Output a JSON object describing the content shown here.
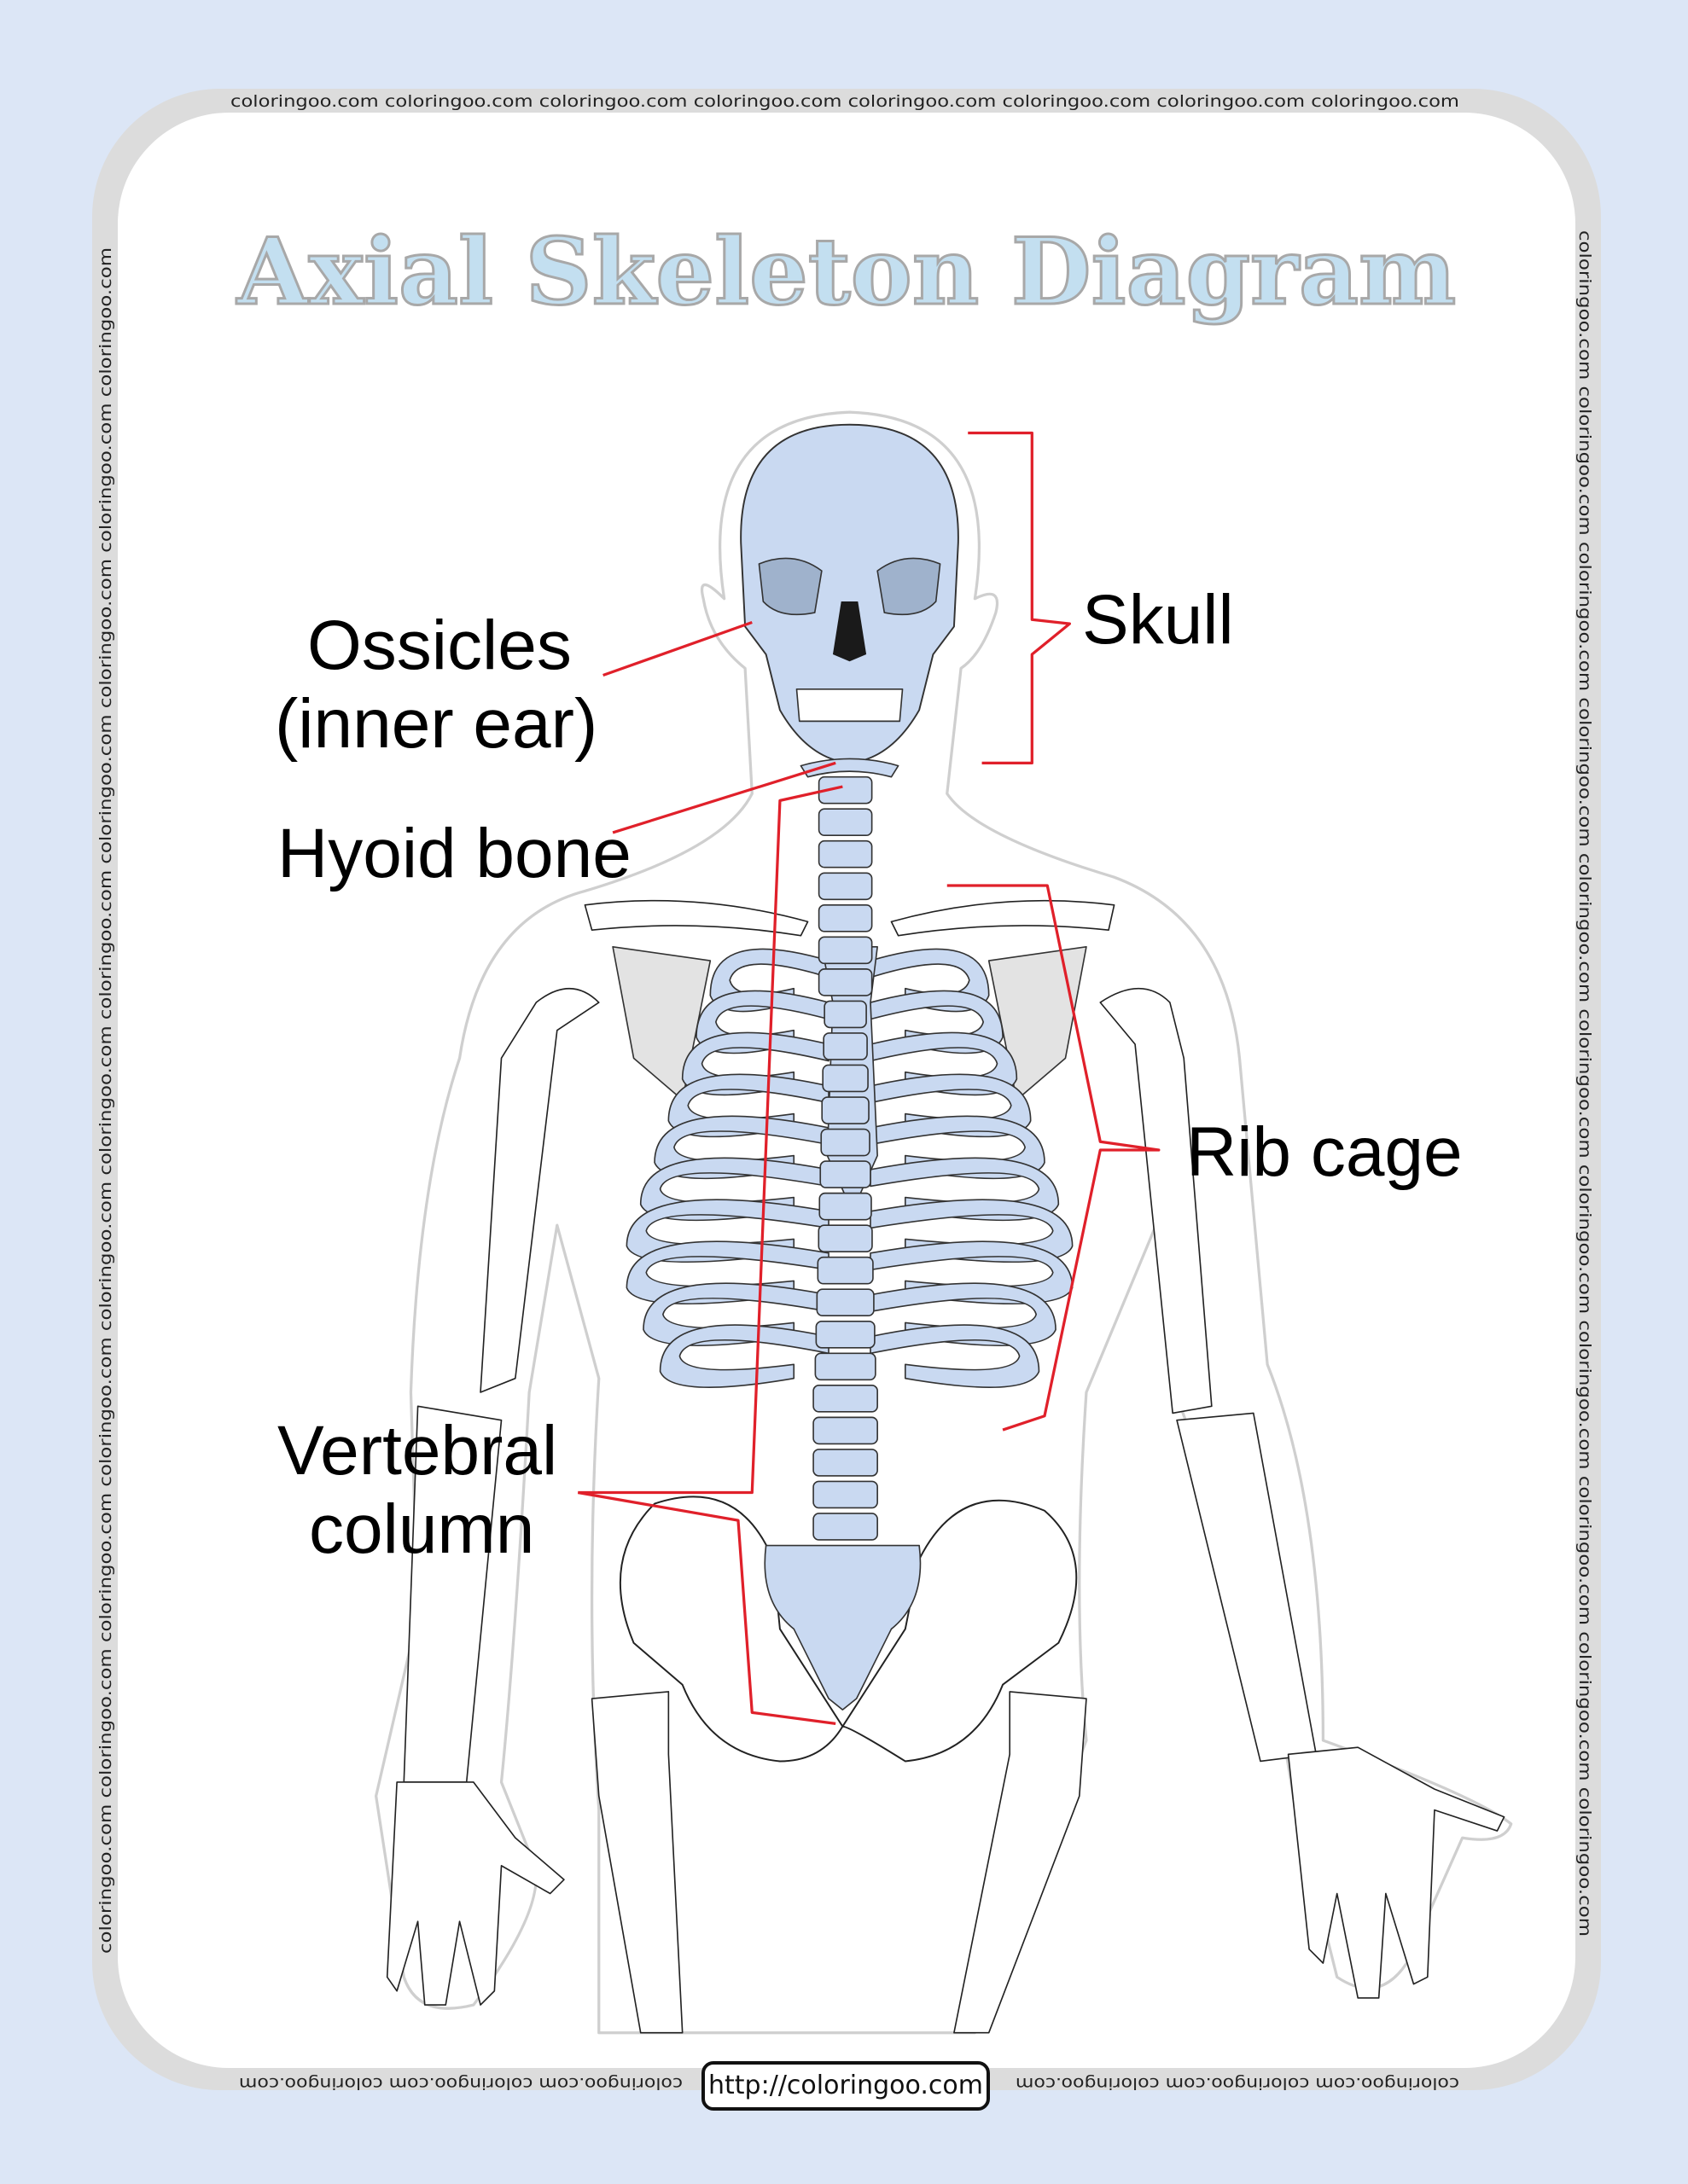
{
  "title": "Axial Skeleton Diagram",
  "watermark": "coloringoo.com",
  "footer_url": "http://coloringoo.com",
  "labels": {
    "ossicles_line1": "Ossicles",
    "ossicles_line2": "(inner ear)",
    "skull": "Skull",
    "hyoid": "Hyoid bone",
    "rib_cage": "Rib cage",
    "vertebral_line1": "Vertebral",
    "vertebral_line2": "column"
  },
  "colors": {
    "background": "#dce6f6",
    "axial_bone": "#c9d9f1",
    "leader_line": "#e0202a",
    "title_fill": "#c3dff0"
  }
}
